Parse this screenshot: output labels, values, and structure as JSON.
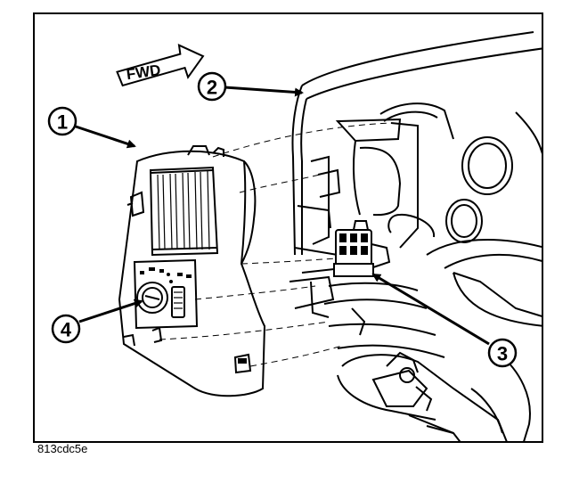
{
  "direction_arrow": {
    "label": "FWD"
  },
  "callouts": [
    {
      "number": "1",
      "part": "bezel-assembly"
    },
    {
      "number": "2",
      "part": "instrument-panel"
    },
    {
      "number": "3",
      "part": "wire-harness-connector"
    },
    {
      "number": "4",
      "part": "headlamp-switch"
    }
  ],
  "figure_id": "813cdc5e",
  "colors": {
    "line": "#000000",
    "background": "#ffffff"
  }
}
